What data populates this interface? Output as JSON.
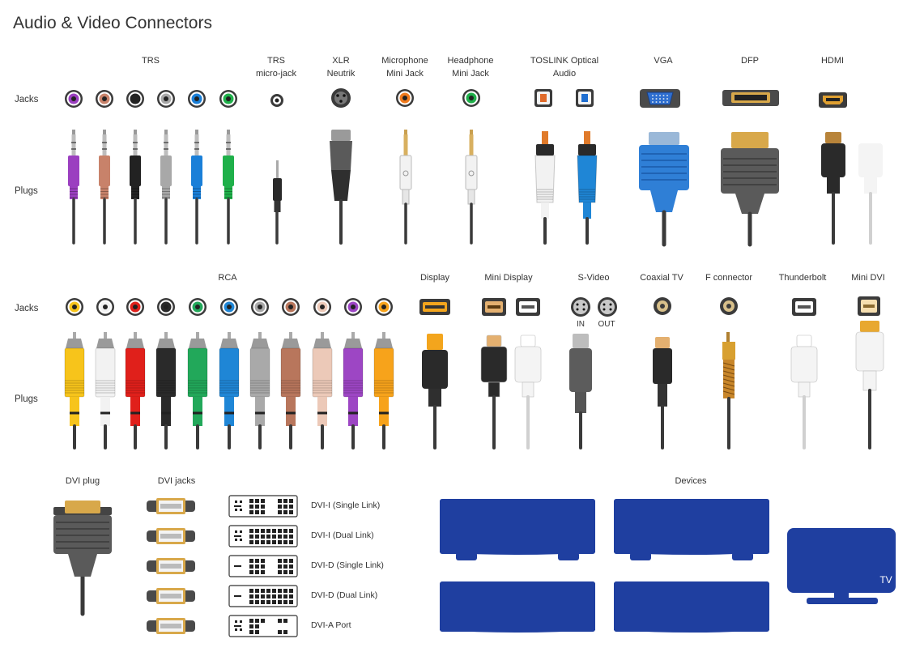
{
  "title": "Audio & Video Connectors",
  "row_labels": {
    "jacks": "Jacks",
    "plugs": "Plugs"
  },
  "top_labels": [
    {
      "id": "trs",
      "text": "TRS"
    },
    {
      "id": "trs-micro",
      "text": "TRS\nmicro-jack"
    },
    {
      "id": "xlr",
      "text": "XLR\nNeutrik"
    },
    {
      "id": "mic",
      "text": "Microphone\nMini Jack"
    },
    {
      "id": "head",
      "text": "Headphone\nMini Jack"
    },
    {
      "id": "toslink",
      "text": "TOSLINK Optical\nAudio"
    },
    {
      "id": "vga",
      "text": "VGA"
    },
    {
      "id": "dfp",
      "text": "DFP"
    },
    {
      "id": "hdmi",
      "text": "HDMI"
    }
  ],
  "middle_labels": [
    {
      "id": "rca",
      "text": "RCA"
    },
    {
      "id": "display",
      "text": "Display"
    },
    {
      "id": "minidisplay",
      "text": "Mini Display"
    },
    {
      "id": "svideo",
      "text": "S-Video"
    },
    {
      "id": "coax",
      "text": "Coaxial TV"
    },
    {
      "id": "fconn",
      "text": "F connector"
    },
    {
      "id": "thunder",
      "text": "Thunderbolt"
    },
    {
      "id": "minidvi",
      "text": "Mini DVI"
    }
  ],
  "svideo_ports": {
    "in": "IN",
    "out": "OUT"
  },
  "bottom_labels": {
    "dvi_plug": "DVI plug",
    "dvi_jacks": "DVI jacks",
    "devices": "Devices",
    "tv": "TV"
  },
  "dvi_types": [
    "DVI-I (Single Link)",
    "DVI-I (Dual Link)",
    "DVI-D (Single Link)",
    "DVI-D (Dual Link)",
    "DVI-A Port"
  ],
  "colors": {
    "trs": [
      "#9b3fc0",
      "#c8826a",
      "#222222",
      "#a8a8a8",
      "#1a7fd8",
      "#1fb04a"
    ],
    "rca": [
      "#f7c41b",
      "#f2f2f2",
      "#e0201b",
      "#2a2a2a",
      "#22a85a",
      "#1f86d6",
      "#a9a9a9",
      "#b8765c",
      "#ecc9b8",
      "#9d46c4",
      "#f7a31b"
    ],
    "device_blue": "#1f3fa0",
    "cable": "#3a3a3a"
  }
}
